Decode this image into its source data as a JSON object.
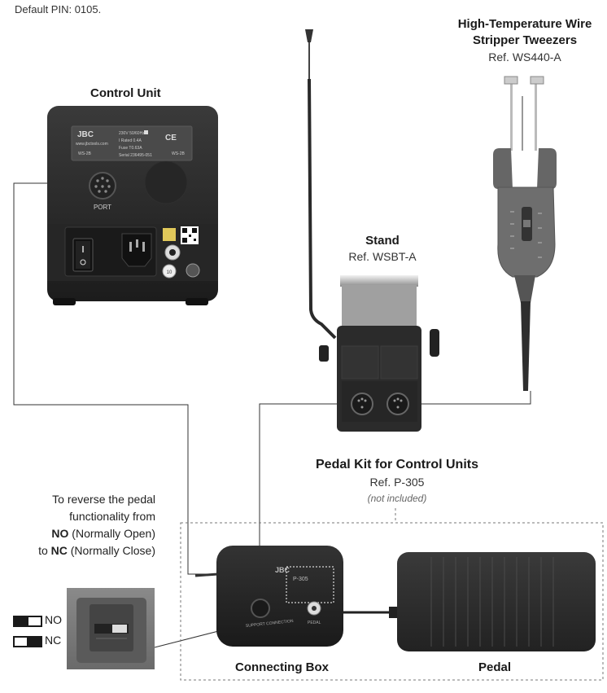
{
  "header": {
    "pin_text": "Default PIN: 0105."
  },
  "control_unit": {
    "title": "Control Unit",
    "brand": "JBC",
    "website": "www.jbctools.com",
    "model_left": "WS-2B",
    "model_right": "WS-2B",
    "voltage": "230V  50/60Hz",
    "rated": "I Rated     0.4A",
    "fuse": "Fuse       T0.63A",
    "serial": "Serial 236495-051",
    "port_label": "PORT",
    "badge_number": "10",
    "ce_mark": "CE"
  },
  "tweezers": {
    "title_line1": "High-Temperature Wire",
    "title_line2": "Stripper Tweezers",
    "ref": "Ref. WS440-A"
  },
  "stand": {
    "title": "Stand",
    "ref": "Ref. WSBT-A"
  },
  "pedal_kit": {
    "title": "Pedal Kit for Control Units",
    "ref": "Ref. P-305",
    "note": "(not included)"
  },
  "instruction": {
    "line1": "To reverse the pedal",
    "line2": "functionality from",
    "no_abbr": "NO",
    "no_full": " (Normally Open)",
    "to": "to ",
    "nc_abbr": "NC",
    "nc_full": " (Normally Close)"
  },
  "switch_legend": {
    "no_label": "NO",
    "nc_label": "NC"
  },
  "connecting_box": {
    "label": "Connecting Box",
    "brand": "JBC",
    "model": "P-305",
    "support_label": "SUPPORT CONNECTION",
    "pedal_port_label": "PEDAL"
  },
  "pedal": {
    "label": "Pedal"
  }
}
